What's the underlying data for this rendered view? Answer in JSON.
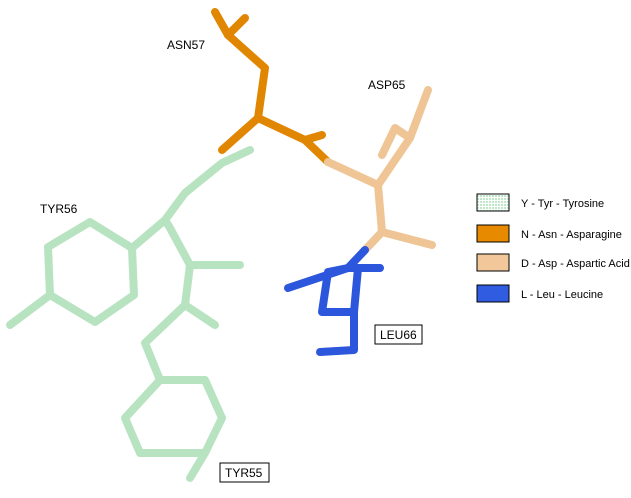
{
  "labels": {
    "asn57": "ASN57",
    "asp65": "ASP65",
    "tyr56": "TYR56",
    "leu66": "LEU66",
    "tyr55": "TYR55"
  },
  "legend": [
    {
      "text": "Y - Tyr - Tyrosine",
      "color": "#bfe8c8",
      "pattern": true
    },
    {
      "text": "N - Asn - Asparagine",
      "color": "#e88a00"
    },
    {
      "text": "D - Asp - Aspartic Acid",
      "color": "#f2c89a"
    },
    {
      "text": "L - Leu - Leucine",
      "color": "#2f5ce0"
    }
  ],
  "colors": {
    "tyrosine": "#b8e3c0",
    "asparagine": "#e08600",
    "aspartic": "#efc595",
    "leucine": "#2c57dc"
  }
}
